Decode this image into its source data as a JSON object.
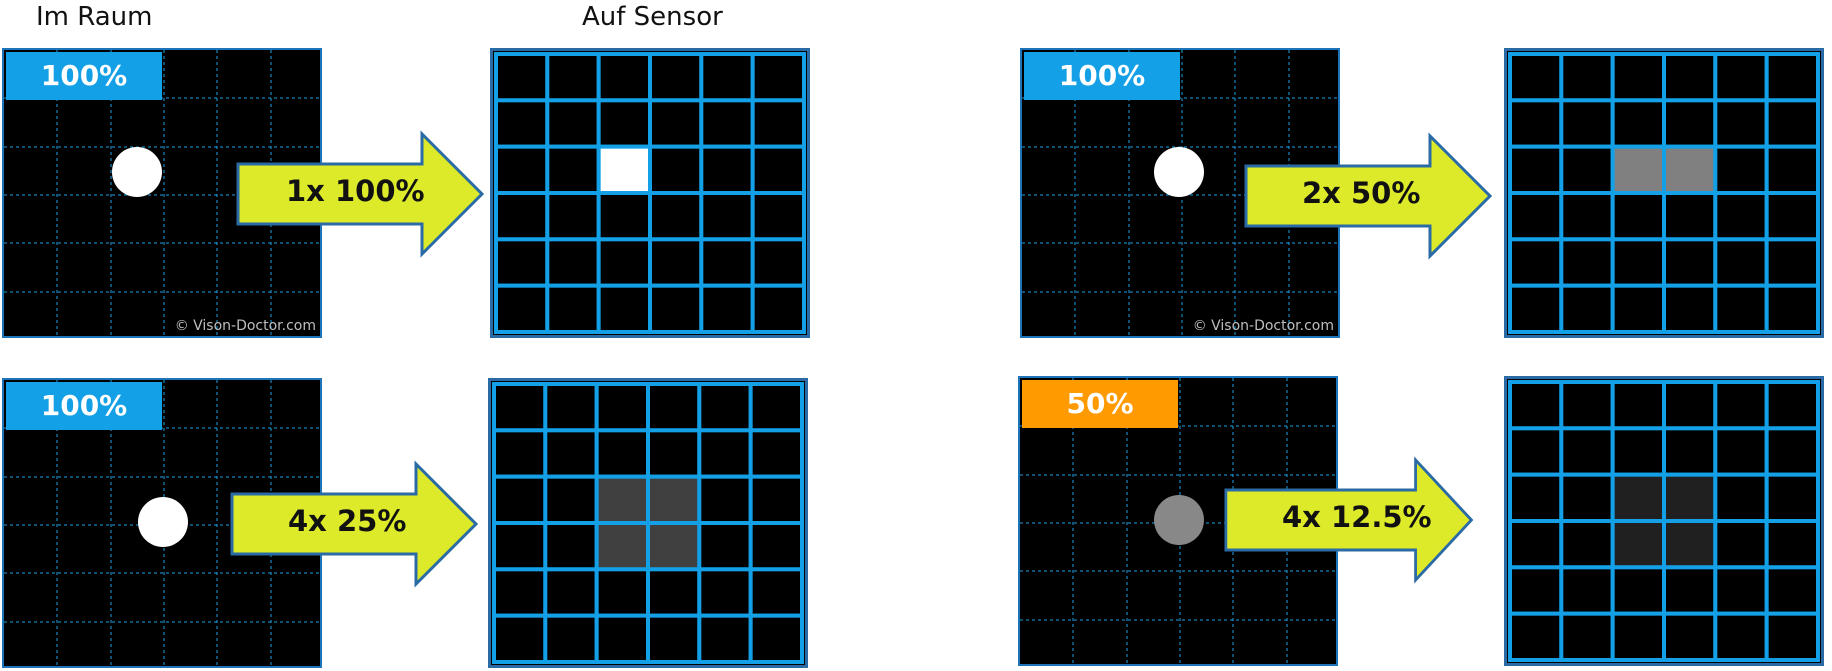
{
  "headings": {
    "left": "Im Raum",
    "right": "Auf Sensor"
  },
  "watermark": "© Vison-Doctor.com",
  "colors": {
    "badge_blue": "#14a0e6",
    "badge_orange": "#ff9a00",
    "arrow_fill": "#dcea2a",
    "arrow_stroke": "#2a6aa5",
    "sensor_grid": "#14a0e6",
    "scene_grid": "#1ea0e6"
  },
  "examples": [
    {
      "id": "tl",
      "scene_intensity": "100%",
      "badge_color": "orange_or_blue:blue",
      "arrow_label": "1x 100%",
      "lit_pixels": [
        {
          "col": 2,
          "row": 2,
          "fill": "#ffffff"
        }
      ],
      "dot_fill": "#ffffff",
      "watermark_shown": true
    },
    {
      "id": "tr",
      "scene_intensity": "100%",
      "arrow_label": "2x 50%",
      "lit_pixels": [
        {
          "col": 2,
          "row": 2,
          "fill": "#808080"
        },
        {
          "col": 3,
          "row": 2,
          "fill": "#808080"
        }
      ],
      "dot_fill": "#ffffff",
      "watermark_shown": true
    },
    {
      "id": "bl",
      "scene_intensity": "100%",
      "arrow_label": "4x 25%",
      "lit_pixels": [
        {
          "col": 2,
          "row": 2,
          "fill": "#404040"
        },
        {
          "col": 3,
          "row": 2,
          "fill": "#404040"
        },
        {
          "col": 2,
          "row": 3,
          "fill": "#404040"
        },
        {
          "col": 3,
          "row": 3,
          "fill": "#404040"
        }
      ],
      "dot_fill": "#ffffff",
      "watermark_shown": false
    },
    {
      "id": "br",
      "scene_intensity": "50%",
      "arrow_label": "4x 12.5%",
      "lit_pixels": [
        {
          "col": 2,
          "row": 2,
          "fill": "#202020"
        },
        {
          "col": 3,
          "row": 2,
          "fill": "#202020"
        },
        {
          "col": 2,
          "row": 3,
          "fill": "#202020"
        },
        {
          "col": 3,
          "row": 3,
          "fill": "#202020"
        }
      ],
      "dot_fill": "#888888",
      "watermark_shown": false
    }
  ]
}
